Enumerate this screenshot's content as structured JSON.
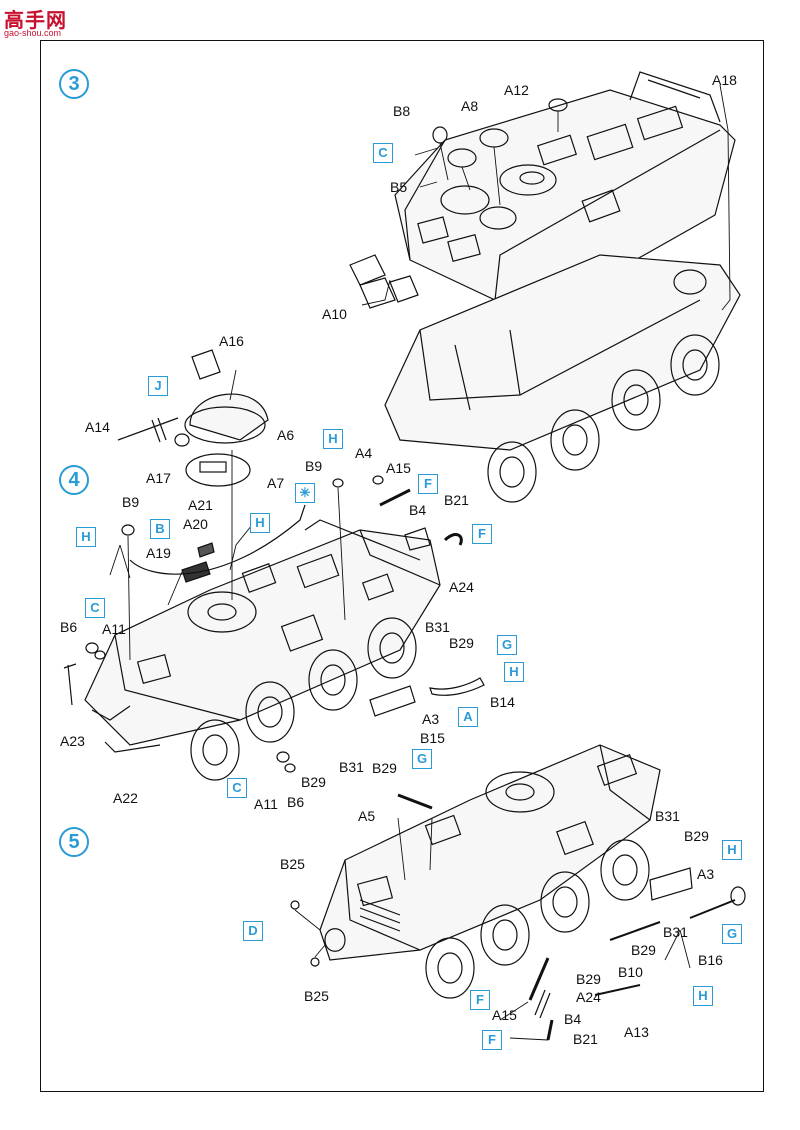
{
  "watermark": {
    "main": "高手网",
    "sub": "gao-shou.com"
  },
  "steps": [
    "3",
    "4",
    "5"
  ],
  "step3": {
    "part_labels": [
      "A18",
      "A12",
      "B8",
      "A8",
      "B5",
      "A10"
    ],
    "tags": [
      "C"
    ]
  },
  "step4": {
    "part_labels": [
      "A16",
      "A14",
      "A6",
      "A17",
      "A7",
      "B9",
      "A4",
      "A15",
      "B9",
      "A21",
      "A20",
      "A19",
      "B4",
      "B21",
      "A24",
      "B6",
      "A11",
      "B31",
      "B29",
      "B14",
      "A23",
      "A3",
      "B15",
      "B31",
      "B29",
      "A22",
      "A11",
      "B6",
      "B29"
    ],
    "tags": [
      "J",
      "H",
      "H",
      "H",
      "B",
      "C",
      "F",
      "F",
      "G",
      "H",
      "A",
      "G",
      "C"
    ],
    "special_mark": "✳"
  },
  "step5": {
    "part_labels": [
      "A5",
      "B31",
      "B29",
      "A3",
      "B25",
      "B31",
      "B29",
      "B16",
      "B10",
      "B29",
      "A24",
      "A15",
      "B4",
      "A13",
      "B21",
      "B25"
    ],
    "tags": [
      "H",
      "G",
      "D",
      "H",
      "F",
      "F"
    ]
  },
  "colors": {
    "accent": "#2a9bd6",
    "watermark": "#c8102e",
    "line": "#111111"
  }
}
